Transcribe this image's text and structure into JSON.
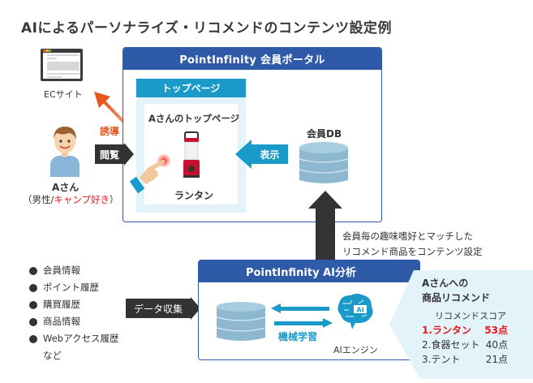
{
  "title": "AIによるパーソナライズ・リコメンドのコンテンツ設定例",
  "ec_site": {
    "label": "ECサイト",
    "icon": "browser-window-icon"
  },
  "person": {
    "name": "Aさん",
    "attr_prefix": "（男性/",
    "attr_highlight": "キャンプ好き",
    "attr_suffix": "）",
    "icon": "user-avatar-icon"
  },
  "arrows": {
    "induce": "誘導",
    "browse": "閲覧",
    "display": "表示",
    "collect": "データ収集",
    "machine_learning": "機械学習"
  },
  "portal": {
    "title": "PointInfinity 会員ポータル",
    "top_page": {
      "header": "トップページ",
      "title": "Aさんのトップページ",
      "product": "ランタン",
      "product_icon": "lantern-icon"
    },
    "db_label": "会員DB"
  },
  "note": {
    "line1": "会員毎の趣味嗜好とマッチした",
    "line2": "リコメンド商品をコンテンツ設定"
  },
  "data_sources": {
    "items": [
      "会員情報",
      "ポイント履歴",
      "購買履歴",
      "商品情報",
      "Webアクセス履歴"
    ],
    "etc": "など"
  },
  "ai_box": {
    "title": "PointInfinity AI分析",
    "engine_label": "AIエンジン",
    "engine_icon_text": "AI"
  },
  "recommend": {
    "line1": "Aさんへの",
    "line2": "商品リコメンド",
    "score_title": "リコメンドスコア",
    "rows": [
      {
        "name": "1.ランタン",
        "score": "53点"
      },
      {
        "name": "2.食器セット",
        "score": "40点"
      },
      {
        "name": "3.テント",
        "score": "21点"
      }
    ]
  },
  "colors": {
    "navy": "#2e5aa8",
    "cyan": "#1a9ac8",
    "light_cyan": "#e3f3fa",
    "dark_arrow": "#333333",
    "accent_red": "#e8161b",
    "induce_orange": "#e8561f",
    "db_blue": "#8db8cf"
  }
}
